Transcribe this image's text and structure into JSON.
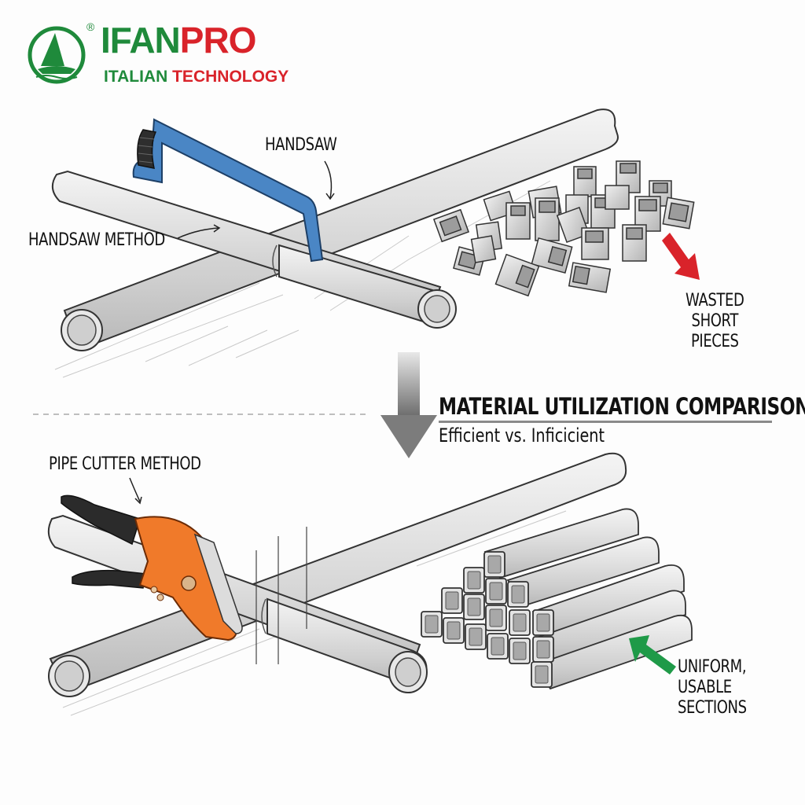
{
  "brand": {
    "name_part1": "IFAN",
    "name_part2": "PRO",
    "registered_mark": "®",
    "tagline_part1": "ITALIAN",
    "tagline_part2": "TECHNOLOGY",
    "logo_icon": "sailboat-icon",
    "colors": {
      "green": "#1f8a3b",
      "red": "#d9232a"
    }
  },
  "top_section": {
    "method_label": "HANDSAW METHOD",
    "tool_label": "HANDSAW",
    "result_label_line1": "WASTED",
    "result_label_line2": "SHORT",
    "result_label_line3": "PIECES",
    "result_arrow_color": "#d9232a",
    "tool_color": "#4a86c5"
  },
  "divider": {
    "title": "MATERIAL UTILIZATION COMPARISON",
    "subtitle": "Efficient vs. Inficicient"
  },
  "bottom_section": {
    "method_label": "PIPE CUTTER METHOD",
    "result_label_line1": "UNIFORM,",
    "result_label_line2": "USABLE",
    "result_label_line3": "SECTIONS",
    "result_arrow_color": "#1f9a48",
    "tool_color": "#f07a2a"
  }
}
